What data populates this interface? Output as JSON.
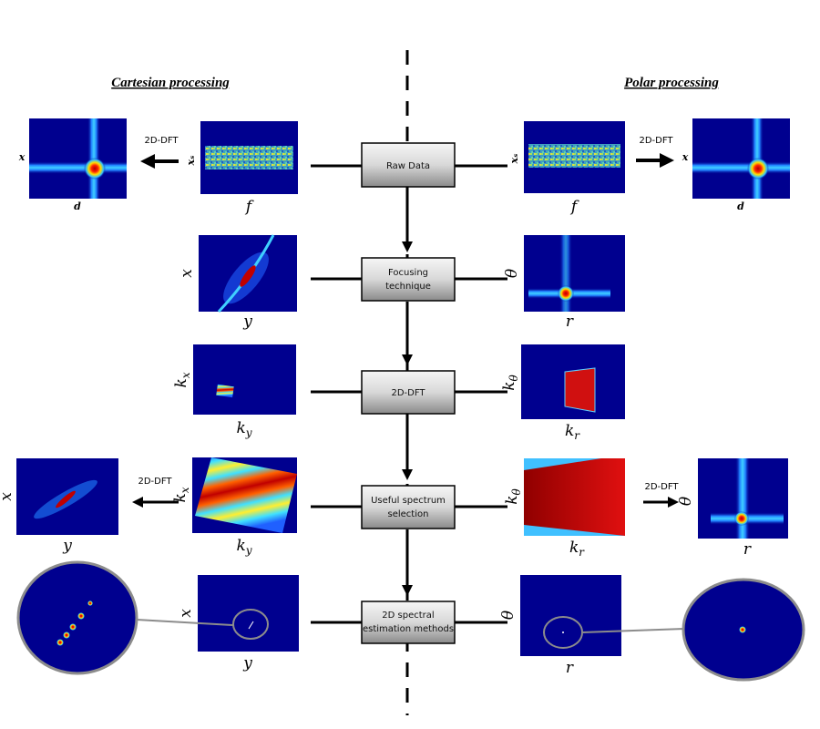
{
  "titles": {
    "left": "Cartesian processing",
    "right": "Polar processing"
  },
  "steps": [
    {
      "lines": [
        "Raw Data"
      ]
    },
    {
      "lines": [
        "Focusing",
        "technique"
      ]
    },
    {
      "lines": [
        "2D-DFT"
      ]
    },
    {
      "lines": [
        "Useful spectrum",
        "selection"
      ]
    },
    {
      "lines": [
        "2D spectral",
        "estimation methods"
      ]
    }
  ],
  "dft_label": "2D-DFT",
  "axes": {
    "cart_raw": {
      "x": "f",
      "y": "xₛ"
    },
    "cart_raw_dft": {
      "x": "d",
      "y": "x"
    },
    "cart_focus": {
      "x": "y",
      "y": "x"
    },
    "cart_dft": {
      "x": "k_y",
      "y": "k_x"
    },
    "cart_useful": {
      "x": "k_y",
      "y": "k_x"
    },
    "cart_useful_dft": {
      "x": "y",
      "y": "x"
    },
    "cart_est": {
      "x": "y",
      "y": "x"
    },
    "pol_raw": {
      "x": "f",
      "y": "xₛ"
    },
    "pol_raw_dft": {
      "x": "d",
      "y": "x"
    },
    "pol_focus": {
      "x": "r",
      "y": "θ"
    },
    "pol_dft": {
      "x": "k_r",
      "y": "k_θ"
    },
    "pol_useful": {
      "x": "k_r",
      "y": "k_θ"
    },
    "pol_useful_dft": {
      "x": "r",
      "y": "θ"
    },
    "pol_est": {
      "x": "r",
      "y": "θ"
    }
  },
  "colors": {
    "image_bg": "#00008f",
    "peak": "#c00000",
    "box_top": "#f4f4f4",
    "box_bottom": "#8a8a8a",
    "zoom_ring": "#8c8c8c"
  }
}
